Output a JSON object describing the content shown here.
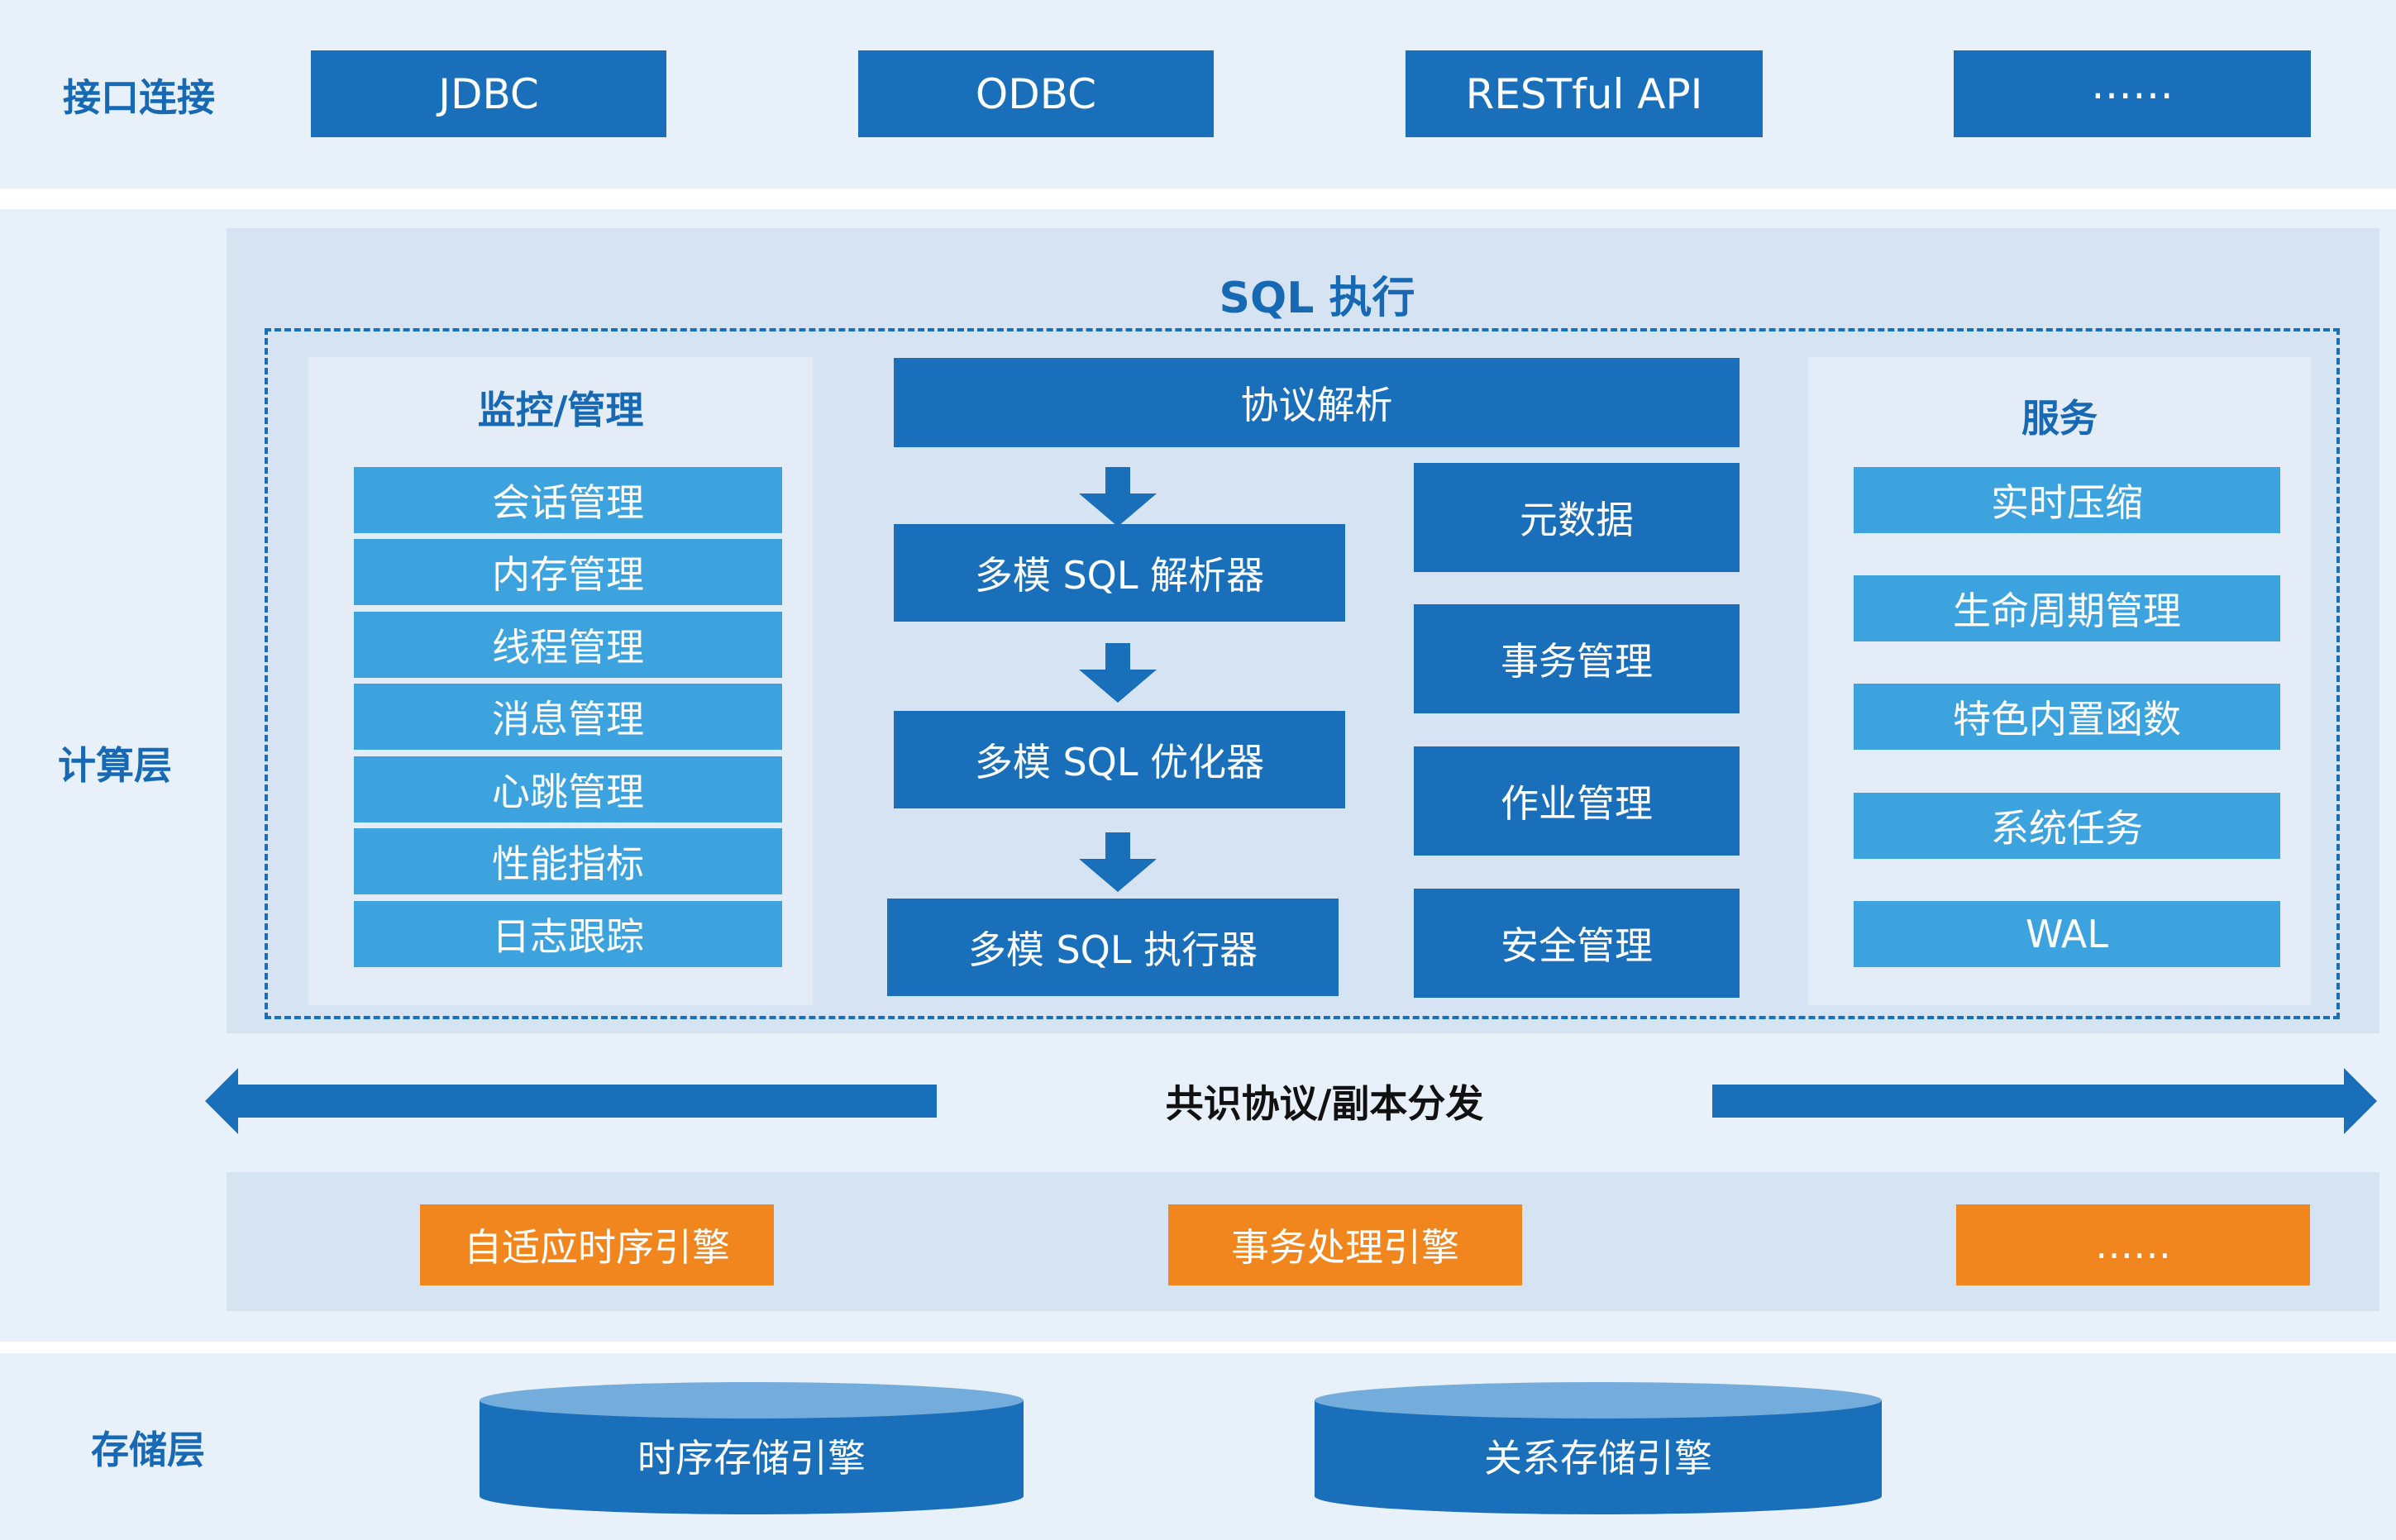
{
  "layers": {
    "interface": {
      "label": "接口连接",
      "items": [
        "JDBC",
        "ODBC",
        "RESTful API",
        "……"
      ]
    },
    "compute": {
      "label": "计算层",
      "sql_title": "SQL 执行",
      "monitor": {
        "title": "监控/管理",
        "items": [
          "会话管理",
          "内存管理",
          "线程管理",
          "消息管理",
          "心跳管理",
          "性能指标",
          "日志跟踪"
        ]
      },
      "pipeline": {
        "protocol": "协议解析",
        "steps": [
          "多模 SQL 解析器",
          "多模 SQL 优化器",
          "多模 SQL 执行器"
        ]
      },
      "meta": [
        "元数据",
        "事务管理",
        "作业管理",
        "安全管理"
      ],
      "services": {
        "title": "服务",
        "items": [
          "实时压缩",
          "生命周期管理",
          "特色内置函数",
          "系统任务",
          "WAL"
        ]
      },
      "consensus": "共识协议/副本分发",
      "engines": [
        "自适应时序引擎",
        "事务处理引擎",
        "……"
      ]
    },
    "storage": {
      "label": "存储层",
      "engines": [
        "时序存储引擎",
        "关系存储引擎"
      ]
    }
  },
  "colors": {
    "primary": "#1a6fba",
    "light_blue": "#3da3de",
    "orange": "#f0861d",
    "label_blue": "#1769b4",
    "band_bg": "#e8f0f9",
    "panel_bg": "#d5e3f3"
  }
}
